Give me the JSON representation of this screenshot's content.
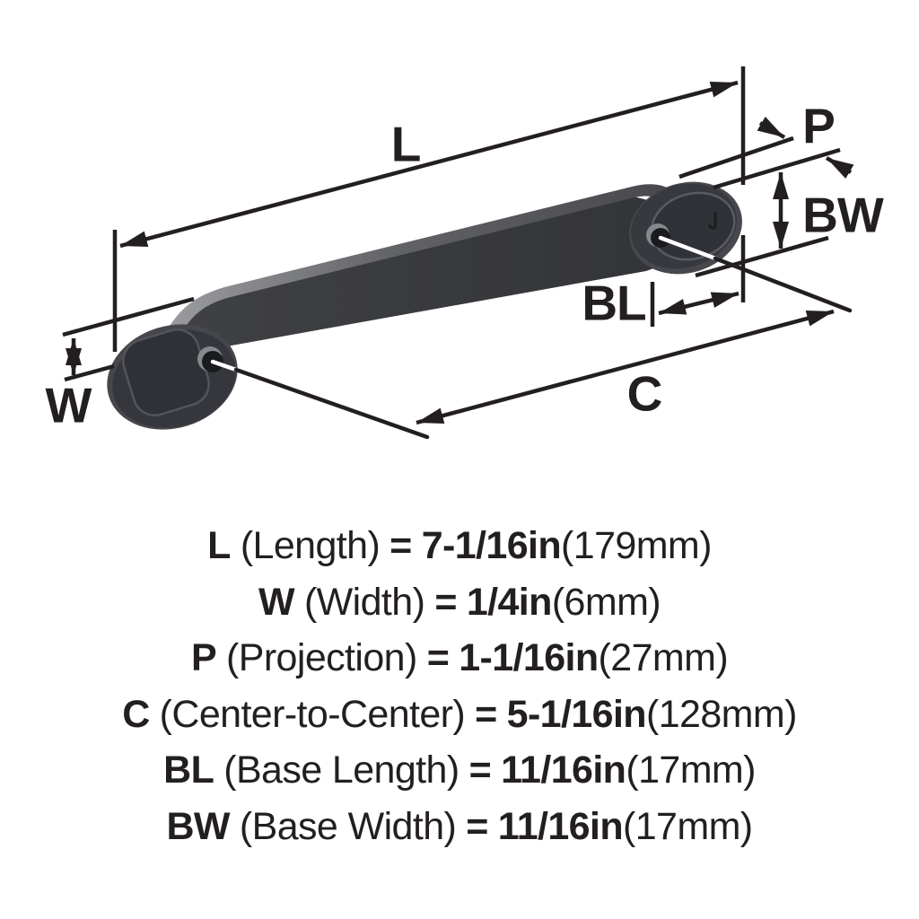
{
  "diagram": {
    "labels": {
      "L": "L",
      "W": "W",
      "P": "P",
      "C": "C",
      "BL": "BL",
      "BW": "BW"
    },
    "colors": {
      "line": "#231f20",
      "text": "#231f20",
      "handle_front": "#3a3b3f",
      "handle_foot": "#36373c",
      "handle_top_highlight": "#95969a",
      "callout_line": "#ffffff",
      "background": "#ffffff"
    }
  },
  "legend": {
    "equals": "=",
    "rows": [
      {
        "abbr": "L",
        "name": "(Length)",
        "value": "7-1/16in",
        "metric": "(179mm)"
      },
      {
        "abbr": "W",
        "name": "(Width)",
        "value": "1/4in",
        "metric": "(6mm)"
      },
      {
        "abbr": "P",
        "name": "(Projection)",
        "value": "1-1/16in",
        "metric": "(27mm)"
      },
      {
        "abbr": "C",
        "name": "(Center-to-Center)",
        "value": "5-1/16in",
        "metric": "(128mm)"
      },
      {
        "abbr": "BL",
        "name": "(Base Length)",
        "value": "11/16in",
        "metric": "(17mm)"
      },
      {
        "abbr": "BW",
        "name": "(Base Width)",
        "value": "11/16in",
        "metric": "(17mm)"
      }
    ]
  }
}
